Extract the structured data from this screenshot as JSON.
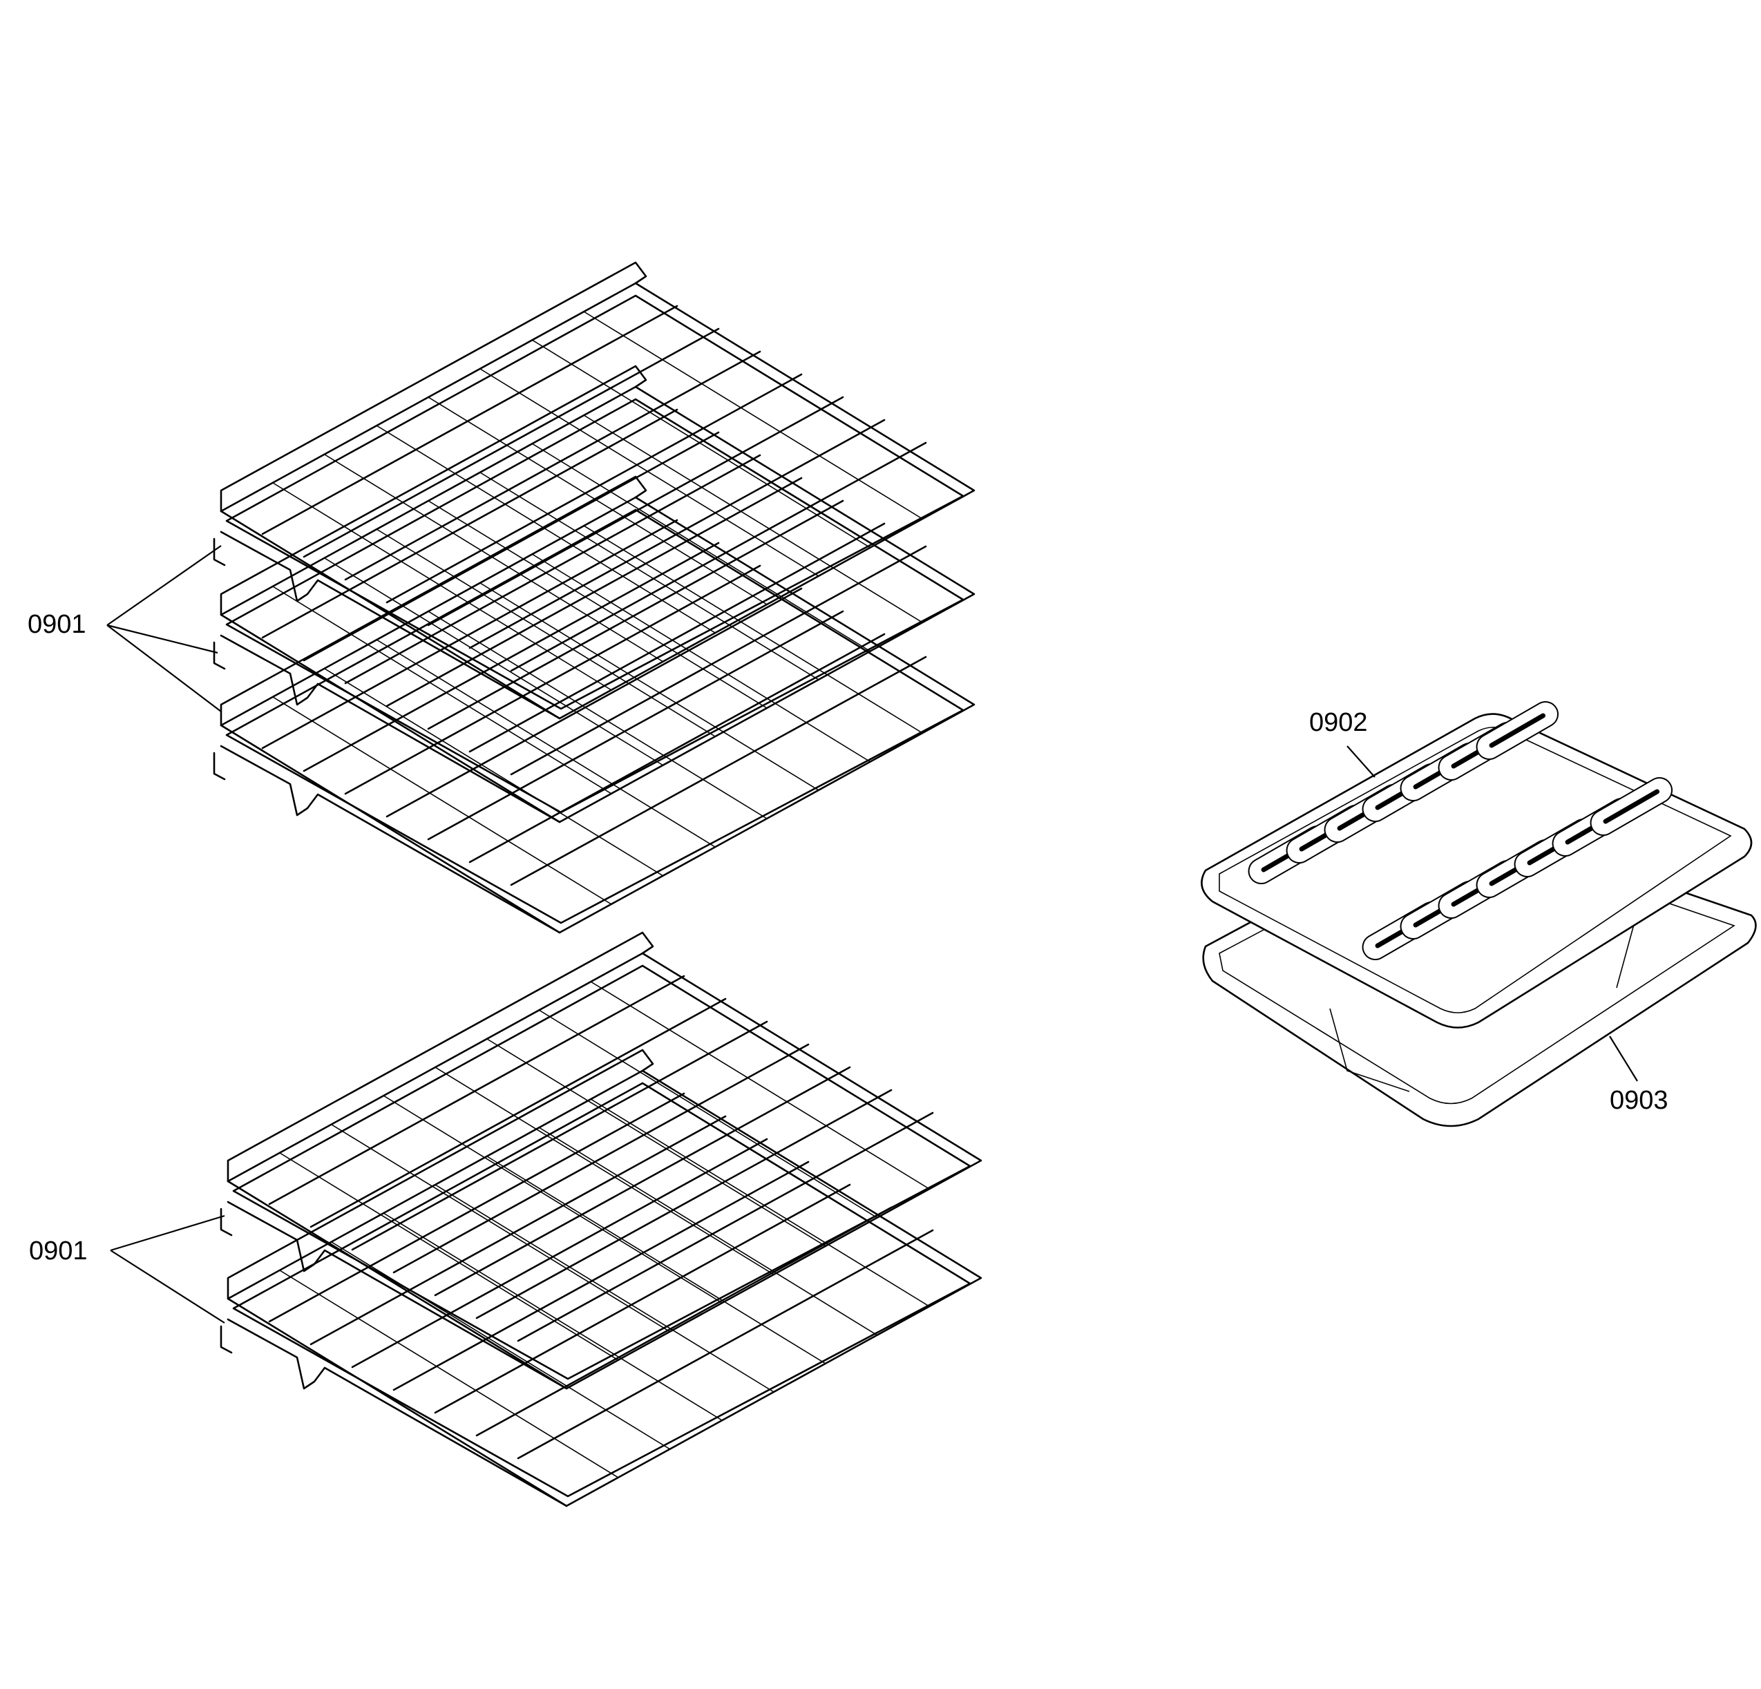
{
  "diagram": {
    "labels": {
      "rack_upper_group": "0901",
      "rack_lower_group": "0901",
      "broiler_grid": "0902",
      "broiler_pan": "0903"
    },
    "colors": {
      "line": "#000000",
      "background": "#ffffff"
    }
  }
}
